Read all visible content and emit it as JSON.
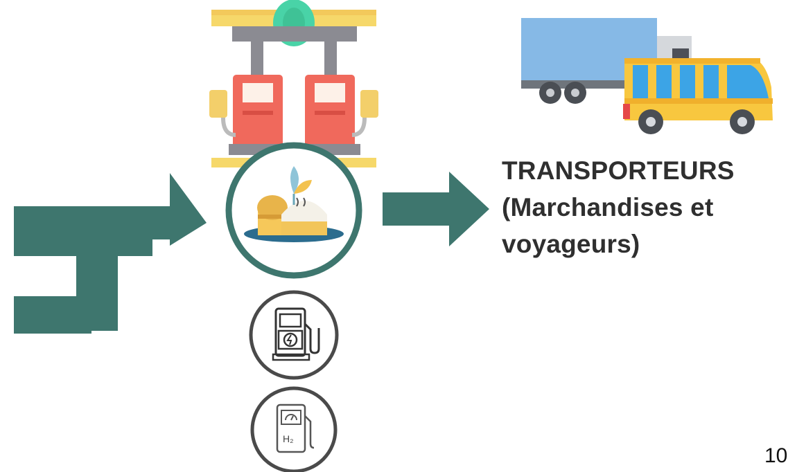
{
  "diagram": {
    "destination": {
      "line1": "TRANSPORTEURS",
      "line2": "(Marchandises et",
      "line3": "voyageurs)"
    },
    "page_number": "10"
  },
  "icons": [
    "fuel-station-icon",
    "biogas-plant-icon",
    "electric-charging-icon",
    "hydrogen-station-icon",
    "truck-icon",
    "bus-icon",
    "input-flow-arrow",
    "output-flow-arrow"
  ],
  "colors": {
    "arrow": "#3e766e",
    "circle_border": "#3e766e",
    "gray_circle": "#4a4a4a",
    "text": "#2f2f2f"
  }
}
